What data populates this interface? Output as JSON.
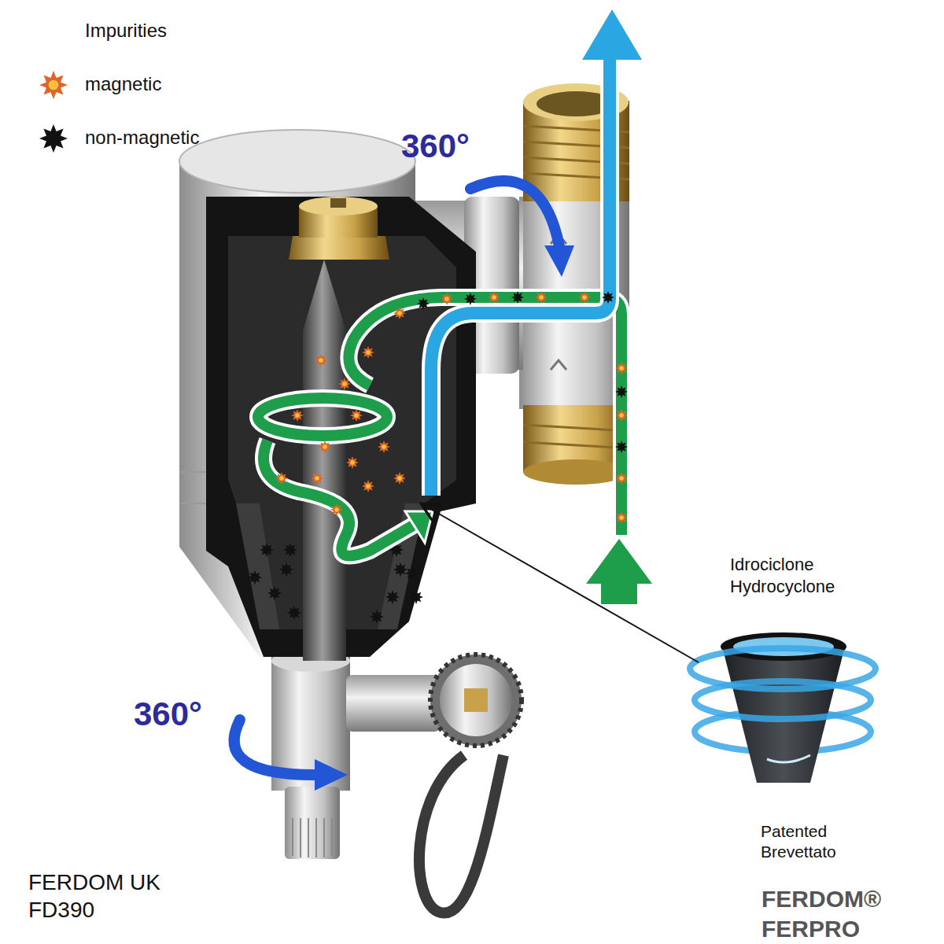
{
  "diagram": {
    "labels": [
      "Impurities",
      "360°",
      "360°",
      "Idrociclone Hydrocyclone",
      "Patented Brevettato",
      "FERDOM UK FD390",
      "FERDOM® FERPRO"
    ],
    "legend": [
      {
        "text": "magnetic"
      },
      {
        "text": "non-magnetic"
      }
    ]
  }
}
